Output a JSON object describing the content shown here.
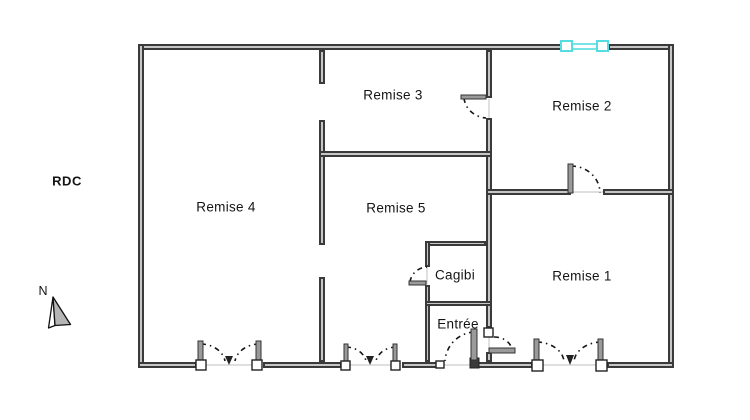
{
  "plan": {
    "floor_label": "RDC",
    "compass_label": "N",
    "rooms": [
      {
        "id": "remise-4",
        "label": "Remise 4"
      },
      {
        "id": "remise-3",
        "label": "Remise 3"
      },
      {
        "id": "remise-2",
        "label": "Remise 2"
      },
      {
        "id": "remise-5",
        "label": "Remise 5"
      },
      {
        "id": "remise-1",
        "label": "Remise 1"
      },
      {
        "id": "cagibi",
        "label": "Cagibi"
      },
      {
        "id": "entree",
        "label": "Entrée"
      }
    ],
    "colors": {
      "wall": "#3a3a3a",
      "wall_core": "#c6c6c6",
      "highlight_window": "#55dde2",
      "background": "#ffffff",
      "text": "#141414"
    }
  }
}
